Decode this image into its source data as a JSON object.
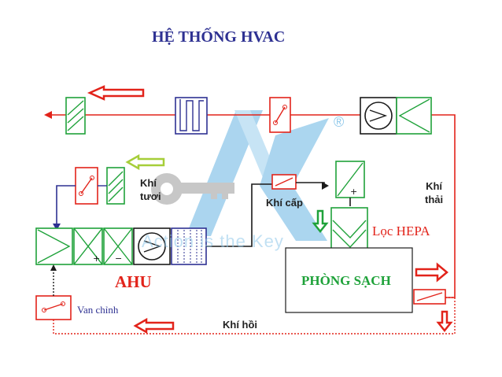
{
  "title": "HỆ THỐNG HVAC",
  "labels": {
    "khi_thai": "Khí\nthải",
    "khi_tuoi": "Khí\ntươi",
    "khi_cap": "Khí cấp",
    "loc_hepa": "Lọc HEPA",
    "ahu": "AHU",
    "phong_sach": "PHÒNG SẠCH",
    "van_chinh": "Van chỉnh",
    "khi_hoi": "Khí hồi"
  },
  "watermark": {
    "slogan": "Action is the Key",
    "registered": "®"
  },
  "colors": {
    "exhaust_line": "#e2231a",
    "supply_line": "#1a1a1a",
    "fresh_line": "#2e3192",
    "filter": "#1fa23a",
    "damper": "#e2231a",
    "coil": "#2e3192",
    "watermark": "#8fc8ea"
  },
  "icons": [
    "arrow-left-red-icon",
    "arrow-left-green-icon",
    "arrow-right-red-icon",
    "arrow-down-red-icon",
    "arrow-down-green-icon",
    "fan-icon",
    "damper-icon",
    "filter-icon",
    "coil-icon",
    "key-logo-icon"
  ]
}
